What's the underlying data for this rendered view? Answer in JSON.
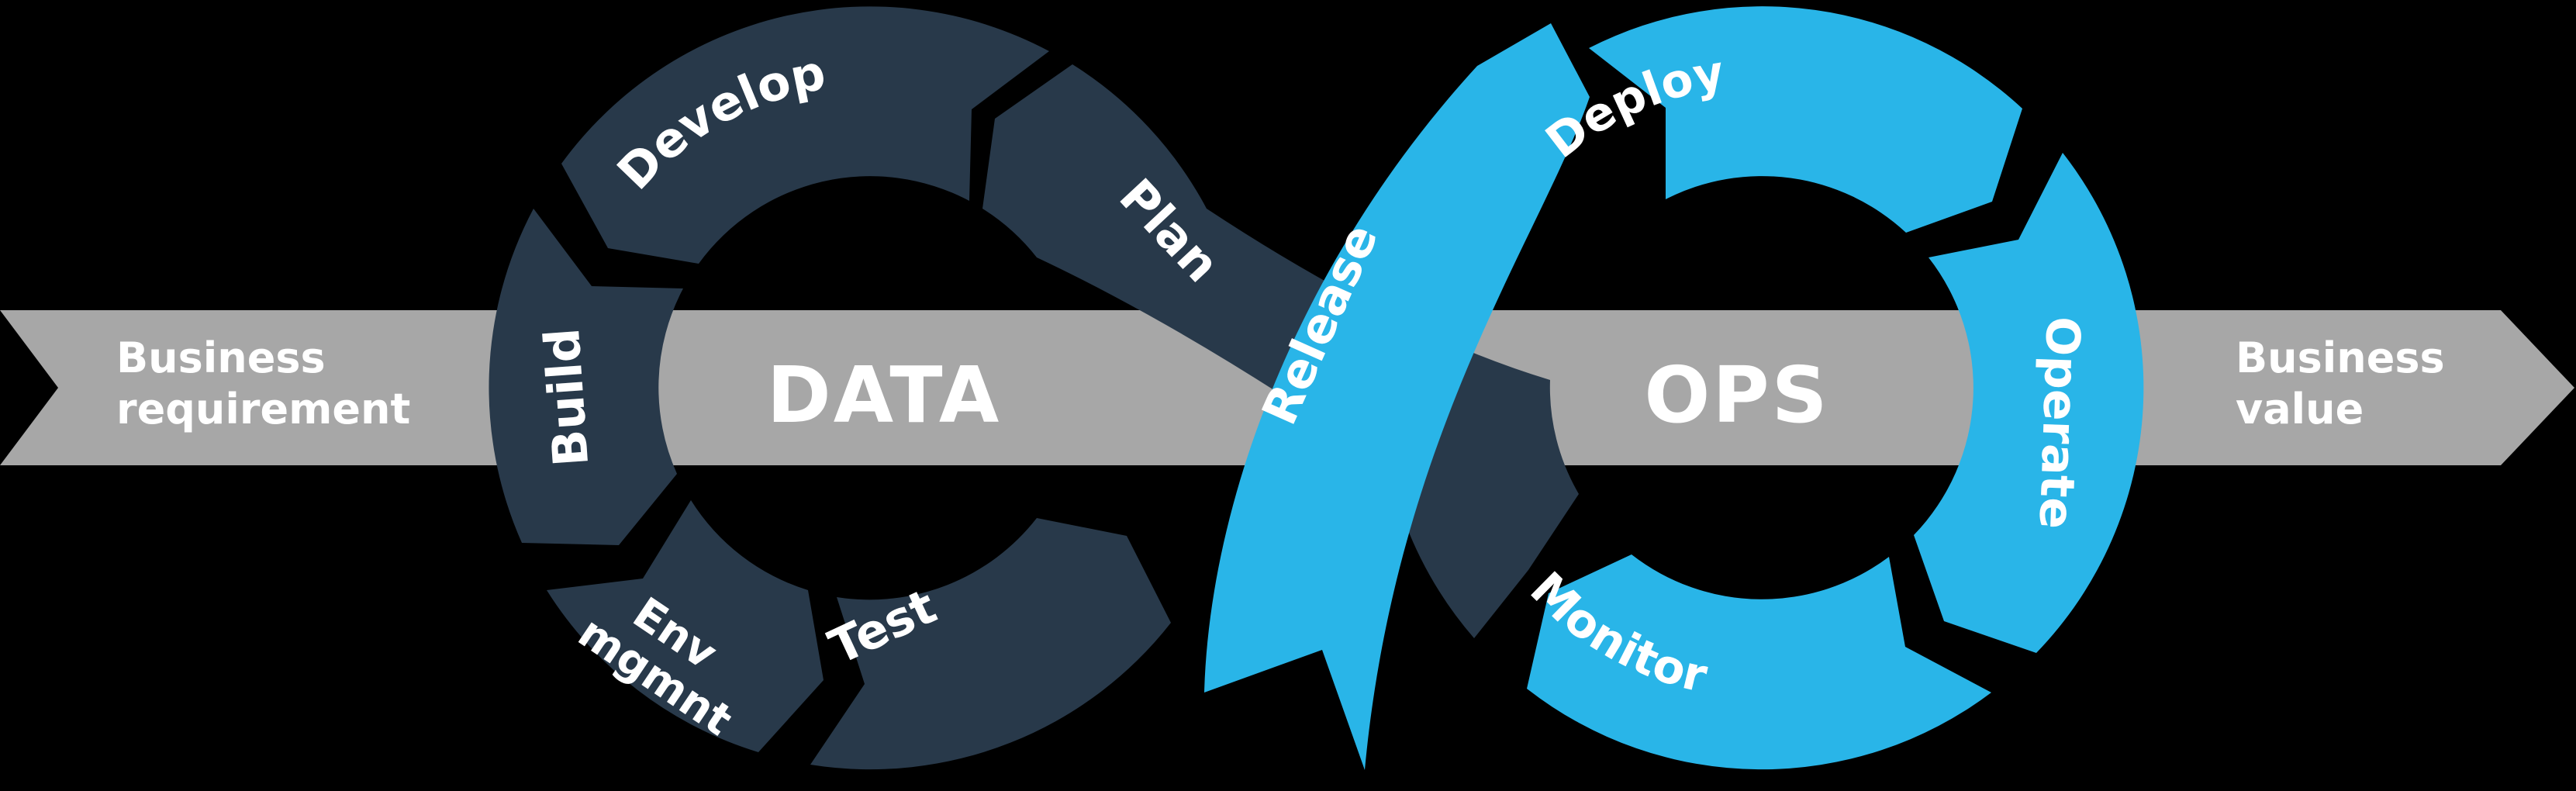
{
  "colors": {
    "background": "#000000",
    "dark_navy": "#28394a",
    "blue": "#29b5e8",
    "gray_banner": "#a7a7a7",
    "text_white": "#ffffff"
  },
  "banner": {
    "left_line1": "Business",
    "left_line2": "requirement",
    "right_line1": "Business",
    "right_line2": "value"
  },
  "left_loop": {
    "center_label": "DATA",
    "develop": "Develop",
    "plan": "Plan",
    "build": "Build",
    "env_line1": "Env",
    "env_line2": "mgmnt",
    "test": "Test"
  },
  "crossover": {
    "release": "Release"
  },
  "right_loop": {
    "center_label": "OPS",
    "deploy": "Deploy",
    "operate": "Operate",
    "monitor": "Monitor"
  }
}
